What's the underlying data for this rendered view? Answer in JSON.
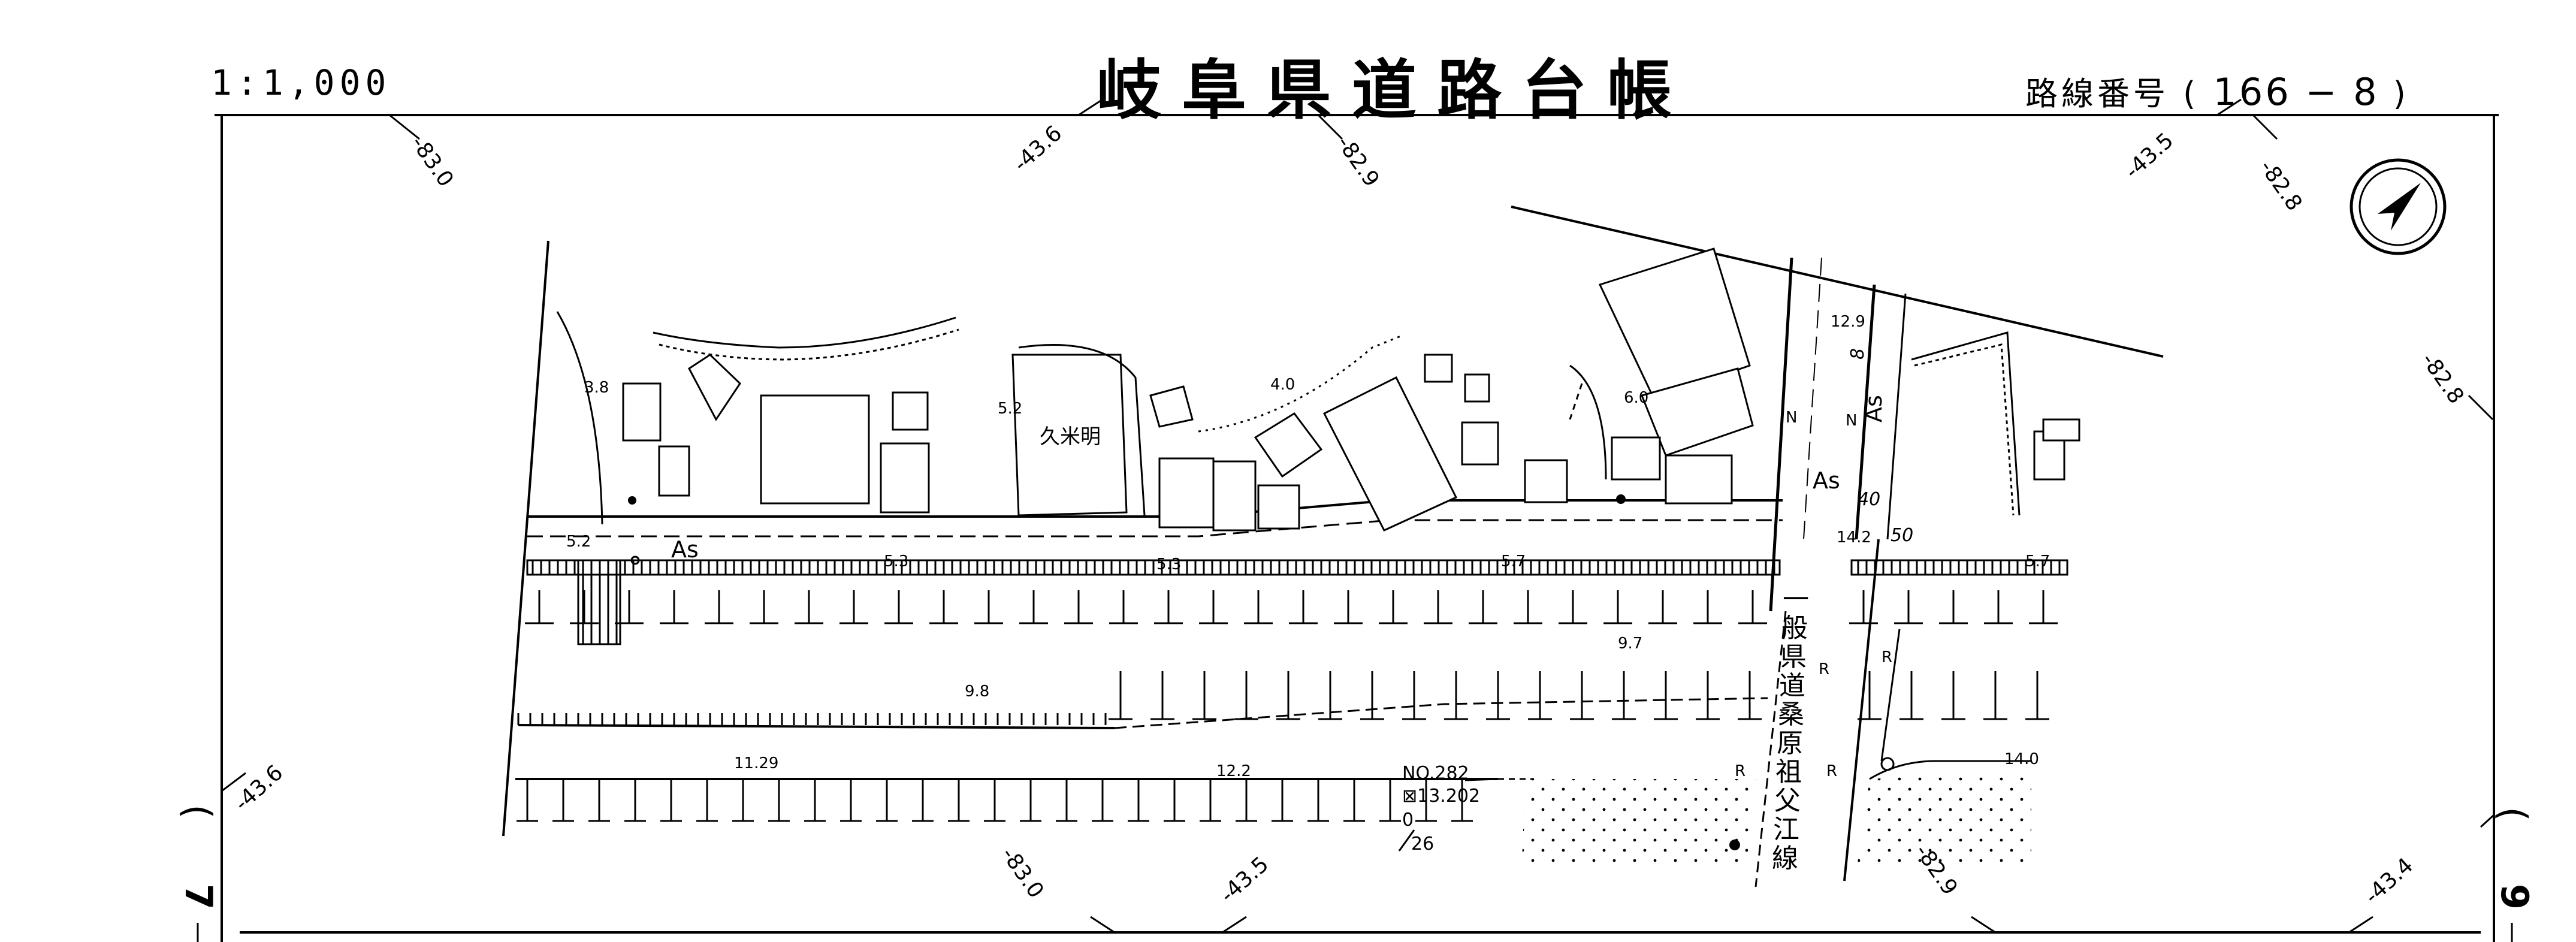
{
  "header": {
    "scale": "1:1,000",
    "title": "岐阜県道路台帳",
    "route_label": "路線番号",
    "route_open": "(",
    "route_value": "166 − 8",
    "route_close": ")"
  },
  "sheet_marks": {
    "left_number": "7",
    "left_paren": "(",
    "right_number": "9",
    "right_paren": "("
  },
  "grid_coordinates": {
    "top_1": "-83.0",
    "top_2": "-43.6",
    "top_3": "-82.9",
    "top_4": "-43.5",
    "top_5": "-82.8",
    "right_1": "-82.8",
    "left_1": "-43.6",
    "bottom_1": "-83.0",
    "bottom_2": "-43.5",
    "bottom_3": "-82.9",
    "bottom_4": "-43.4"
  },
  "map_labels": {
    "place_name": "久米明",
    "road_name": [
      "一",
      "般",
      "県",
      "道",
      "桑",
      "原",
      "祖",
      "父",
      "江",
      "線"
    ],
    "pavement_1": "As",
    "pavement_2": "As",
    "pavement_3": "As",
    "benchmark_no": "NO.282",
    "benchmark_elev": "⊠13.202",
    "km_post_top": "0",
    "km_post_bottom": "26",
    "north_arrow": "north-arrow"
  },
  "elevations": {
    "e1": "3.8",
    "e2": "5.2",
    "e3": "4.0",
    "e4": "6.0",
    "e5": "12.9",
    "e6": "5.2",
    "e7": "5.3",
    "e8": "5.3",
    "e9": "5.7",
    "e10": "14.2",
    "e11": "5.7",
    "e12": "9.7",
    "e13": "9.8",
    "e14": "11.29",
    "e15": "12.2",
    "e16": "14.0"
  },
  "road_widths": {
    "w1": "8",
    "w2": "40",
    "w3": "50"
  },
  "symbols": {
    "r1": "R",
    "r2": "R",
    "r3": "R",
    "r4": "R",
    "n1": "N",
    "n2": "N"
  }
}
